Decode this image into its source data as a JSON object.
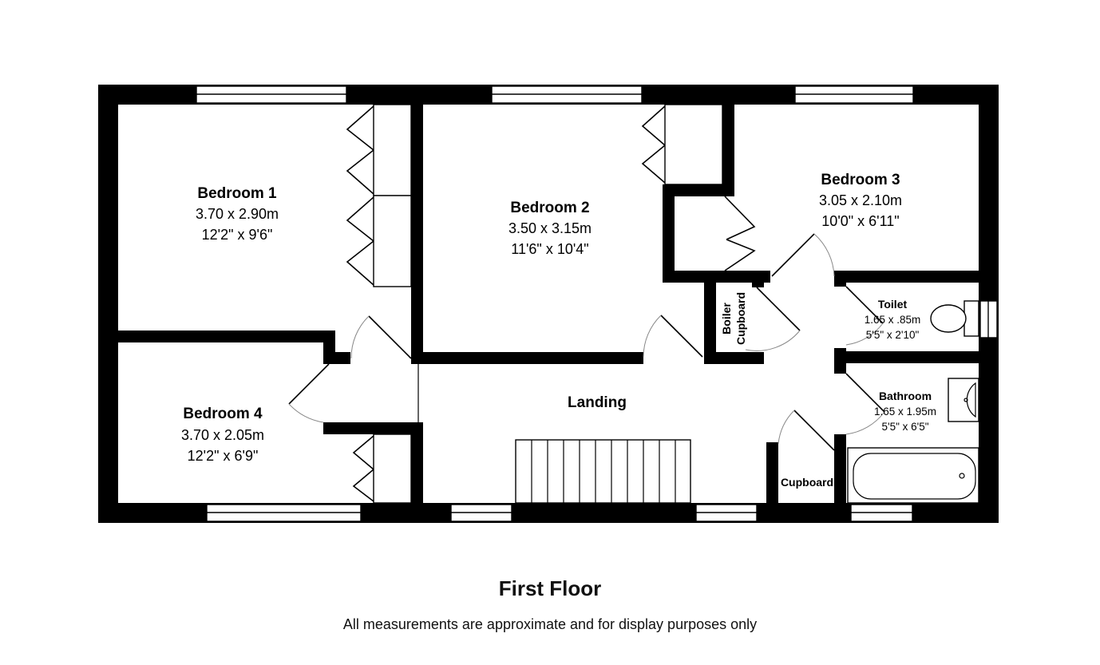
{
  "rooms": {
    "bedroom1": {
      "name": "Bedroom 1",
      "metric": "3.70 x 2.90m",
      "imperial": "12'2\" x 9'6\""
    },
    "bedroom2": {
      "name": "Bedroom 2",
      "metric": "3.50 x 3.15m",
      "imperial": "11'6\" x 10'4\""
    },
    "bedroom3": {
      "name": "Bedroom 3",
      "metric": "3.05 x 2.10m",
      "imperial": "10'0\" x 6'11\""
    },
    "bedroom4": {
      "name": "Bedroom 4",
      "metric": "3.70 x 2.05m",
      "imperial": "12'2\" x 6'9\""
    },
    "toilet": {
      "name": "Toilet",
      "metric": "1.65 x .85m",
      "imperial": "5'5\" x 2'10\""
    },
    "bathroom": {
      "name": "Bathroom",
      "metric": "1.65 x 1.95m",
      "imperial": "5'5\" x 6'5\""
    },
    "landing": {
      "name": "Landing"
    },
    "cupboard": {
      "name": "Cupboard"
    },
    "boiler": {
      "line1": "Boiler",
      "line2": "Cupboard"
    }
  },
  "floor_title": "First Floor",
  "disclaimer": "All measurements are approximate and for display purposes only"
}
